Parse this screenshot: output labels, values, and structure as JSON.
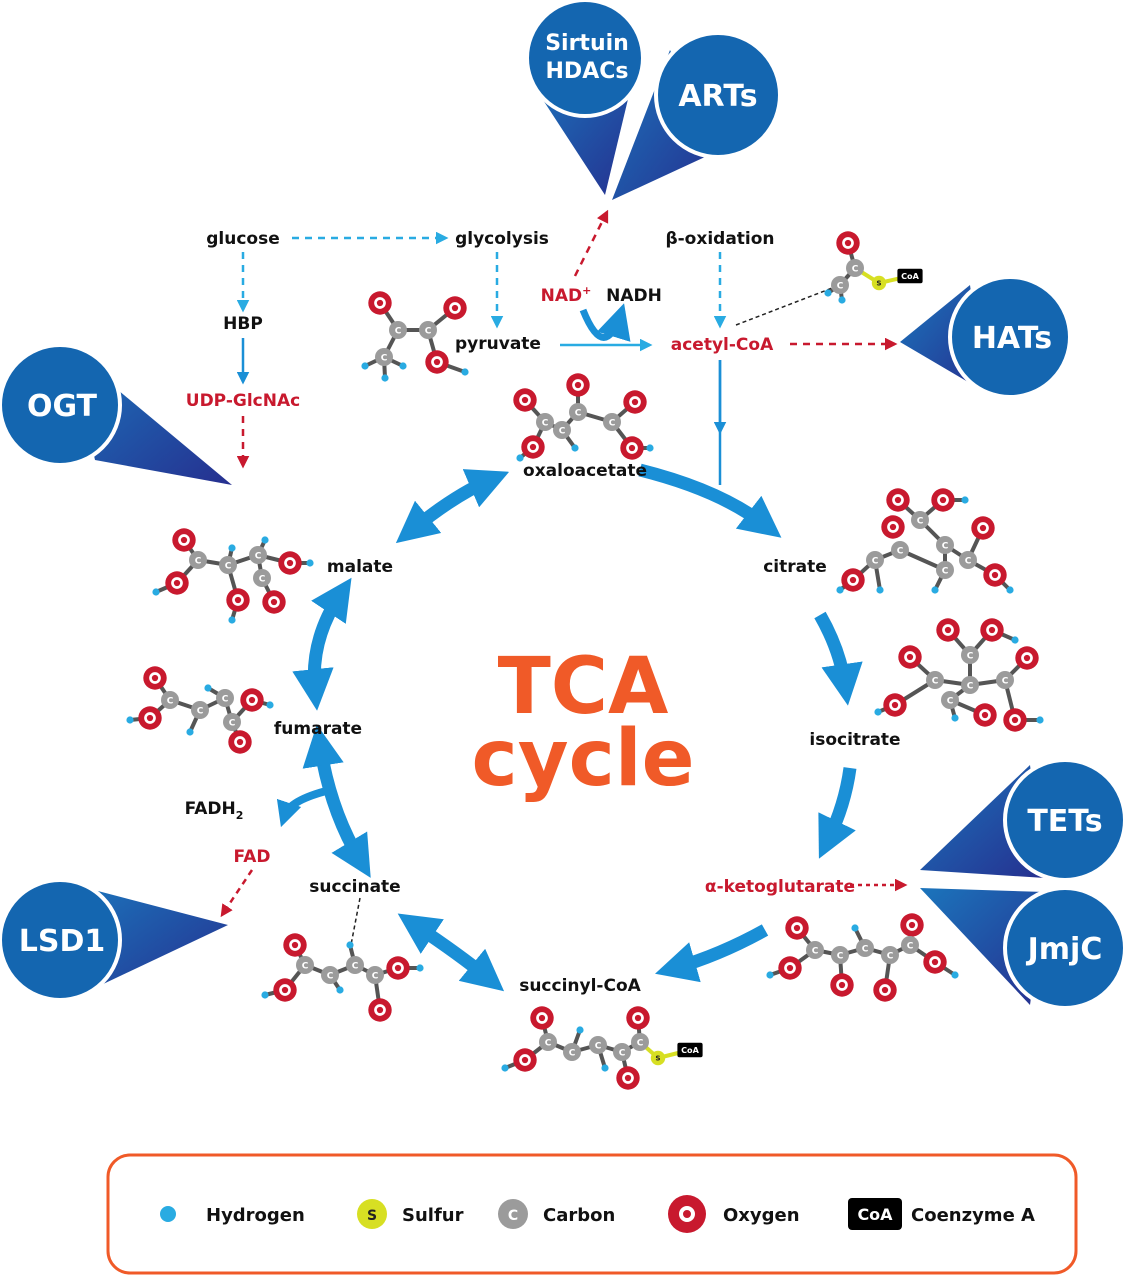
{
  "title": [
    "TCA",
    "cycle"
  ],
  "colors": {
    "enzyme_blue": "#1466b0",
    "arrow_blue": "#1a8fd6",
    "dashed_blue": "#29abe2",
    "red": "#c8192e",
    "orange": "#f05a28",
    "carbon": "#9b9b9b",
    "sulfur": "#d7df23",
    "hydrogen": "#29abe2",
    "coa": "#000000"
  },
  "enzymes": {
    "sirtuin": [
      "Sirtuin",
      "HDACs"
    ],
    "arts": "ARTs",
    "hats": "HATs",
    "ogt": "OGT",
    "tets": "TETs",
    "jmjc": "JmjC",
    "lsd1": "LSD1"
  },
  "metabolites": {
    "glucose": "glucose",
    "glycolysis": "glycolysis",
    "beta_oxidation": "β-oxidation",
    "hbp": "HBP",
    "udp_glcnac": "UDP-GlcNAc",
    "nad": "NAD",
    "nad_sup": "+",
    "nadh": "NADH",
    "pyruvate": "pyruvate",
    "acetyl_coa": "acetyl-CoA",
    "oxaloacetate": "oxaloacetate",
    "malate": "malate",
    "citrate": "citrate",
    "fumarate": "fumarate",
    "isocitrate": "isocitrate",
    "fadh": "FADH",
    "fadh_sub": "2",
    "fad": "FAD",
    "succinate": "succinate",
    "alpha_kg": "α-ketoglutarate",
    "succinyl_coa": "succinyl-CoA"
  },
  "atom_glyphs": {
    "carbon": "C",
    "sulfur": "S",
    "oxygen": "O",
    "coa": "CoA"
  },
  "legend": [
    {
      "key": "hydrogen",
      "label": "Hydrogen"
    },
    {
      "key": "sulfur",
      "label": "Sulfur",
      "glyph": "S"
    },
    {
      "key": "carbon",
      "label": "Carbon",
      "glyph": "C"
    },
    {
      "key": "oxygen",
      "label": "Oxygen",
      "glyph": "O"
    },
    {
      "key": "coa",
      "label": "Coenzyme A",
      "glyph": "CoA"
    }
  ]
}
